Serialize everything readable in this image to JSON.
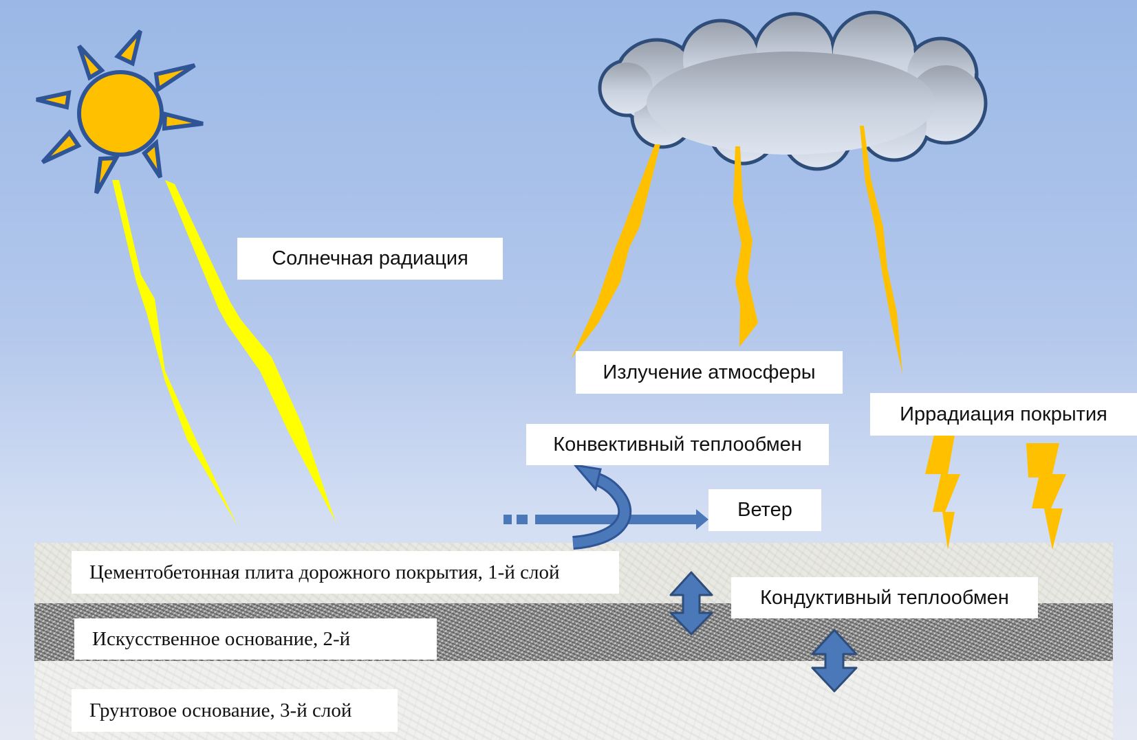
{
  "labels": {
    "solar_radiation": "Солнечная радиация",
    "atmosphere_radiation": "Излучение атмосферы",
    "surface_irradiation": "Иррадиация покрытия",
    "convective_exchange": "Конвективный теплообмен",
    "wind": "Ветер",
    "conductive_exchange": "Кондуктивный теплообмен"
  },
  "layers": {
    "layer1": "Цементобетонная плита дорожного покрытия, 1-й слой",
    "layer2": "Искусственное основание, 2-й",
    "layer3": "Грунтовое основание, 3-й слой"
  },
  "colors": {
    "sky_top": "#9ab8e6",
    "sky_bottom": "#e4e8f3",
    "sun_fill": "#ffc000",
    "sun_outline": "#2f5597",
    "solar_ray": "#ffff00",
    "atmosphere_ray": "#ffc000",
    "arrow_blue": "#4a78b8",
    "cloud_outline": "#2e4d7b"
  },
  "icons": {
    "sun": "sun-icon",
    "cloud": "cloud-icon",
    "wind": "wind-arrow-icon",
    "convection": "curved-arrow-icon",
    "conduction": "double-arrow-icon"
  }
}
